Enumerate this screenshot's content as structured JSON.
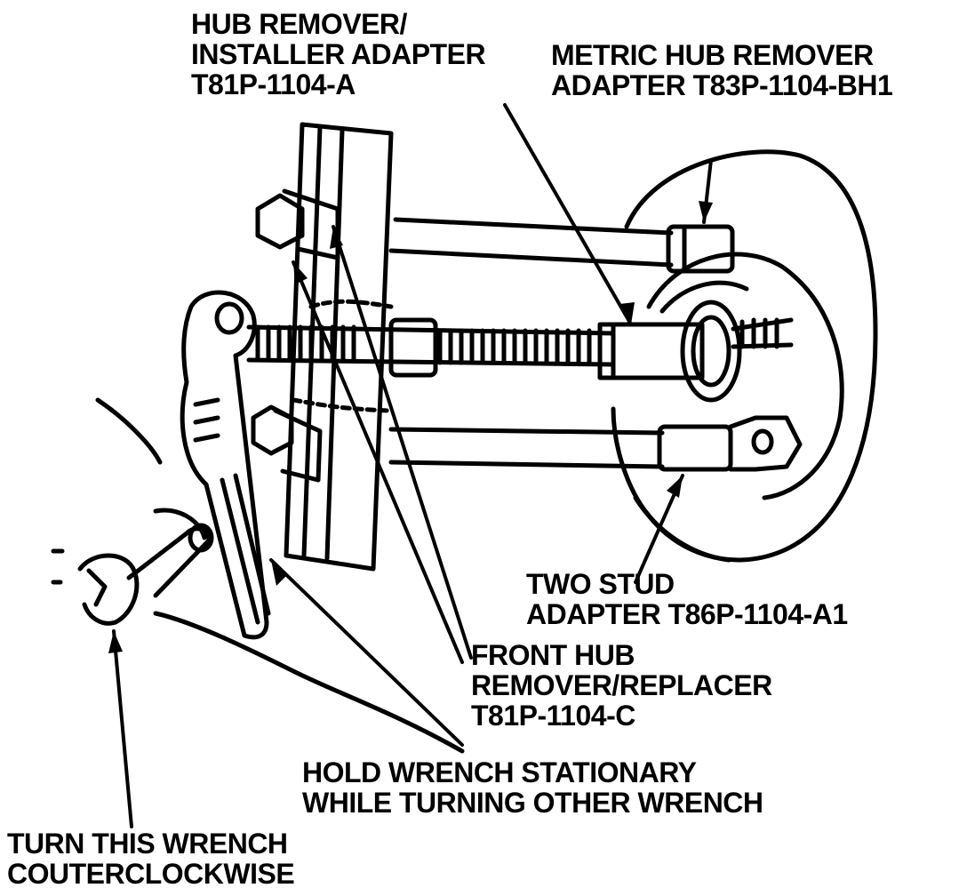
{
  "labels": {
    "hub_installer_adapter": [
      "HUB REMOVER/",
      "INSTALLER ADAPTER",
      "T81P-1104-A"
    ],
    "metric_hub_adapter": [
      "METRIC HUB REMOVER",
      "ADAPTER T83P-1104-BH1"
    ],
    "two_stud_adapter": [
      "TWO STUD",
      "ADAPTER T86P-1104-A1"
    ],
    "front_hub_remover": [
      "FRONT HUB",
      "REMOVER/REPLACER",
      "T81P-1104-C"
    ],
    "hold_wrench": [
      "HOLD WRENCH STATIONARY",
      "WHILE TURNING OTHER WRENCH"
    ],
    "turn_wrench": [
      "TURN THIS WRENCH",
      "COUTERCLOCKWISE"
    ]
  },
  "colors": {
    "ink": "#000000",
    "paper": "#ffffff"
  }
}
